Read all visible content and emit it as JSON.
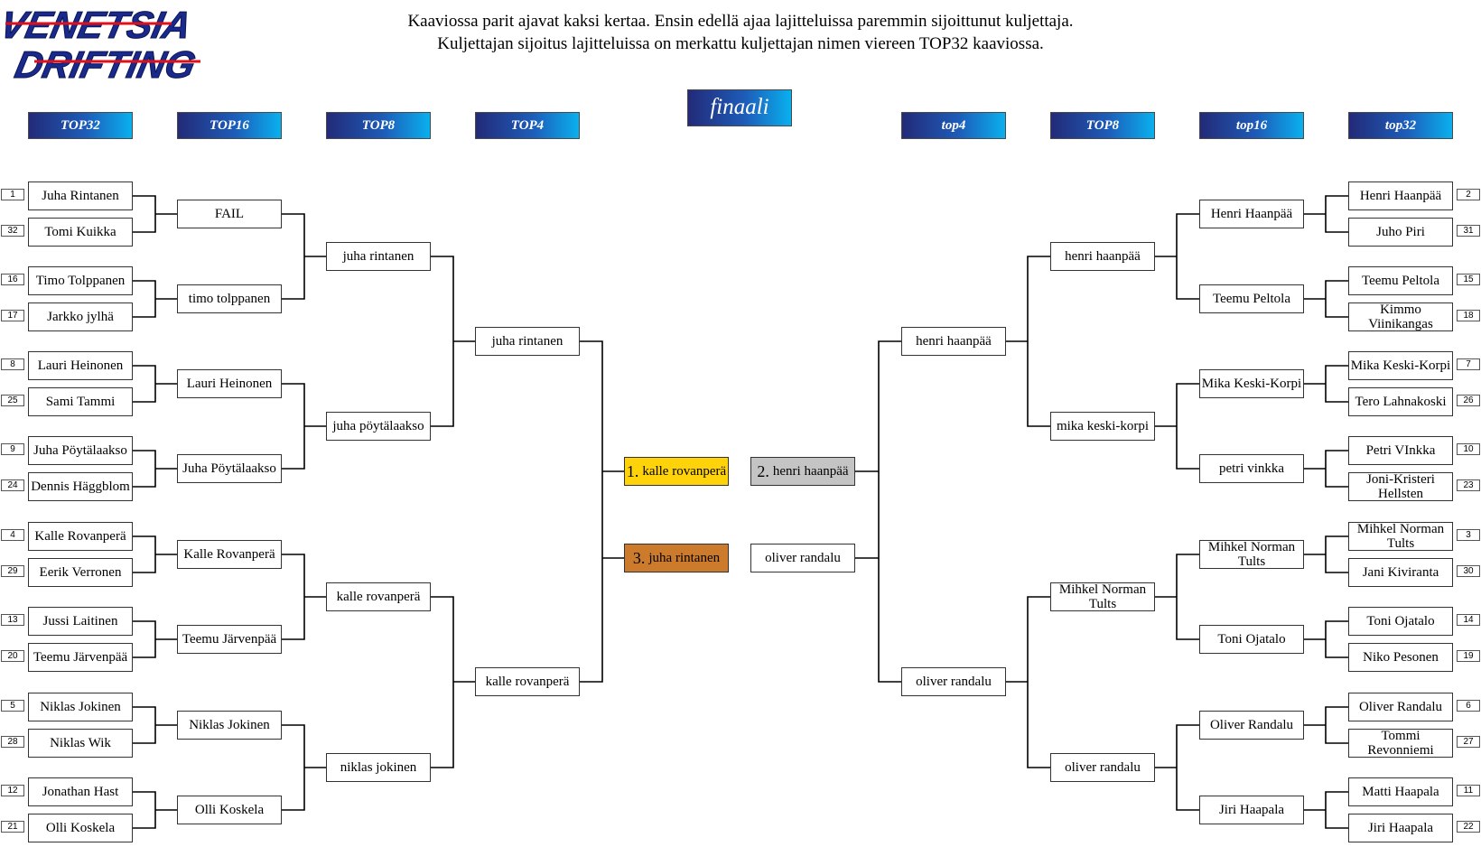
{
  "intro": {
    "line1": "Kaaviossa parit ajavat kaksi kertaa. Ensin edellä ajaa lajitteluissa paremmin sijoittunut kuljettaja.",
    "line2": "Kuljettajan sijoitus lajitteluissa on merkattu kuljettajan nimen viereen TOP32 kaaviossa."
  },
  "headers": [
    "TOP32",
    "TOP16",
    "TOP8",
    "TOP4",
    "finaali",
    "top4",
    "TOP8",
    "top16",
    "top32"
  ],
  "logo": {
    "line1": "VENETSIA",
    "line2": "DRIFTING"
  },
  "left": {
    "top32": [
      "Juha Rintanen",
      "Tomi Kuikka",
      "Timo Tolppanen",
      "Jarkko jylhä",
      "Lauri Heinonen",
      "Sami Tammi",
      "Juha Pöytälaakso",
      "Dennis Häggblom",
      "Kalle Rovanperä",
      "Eerik Verronen",
      "Jussi Laitinen",
      "Teemu Järvenpää",
      "Niklas Jokinen",
      "Niklas Wik",
      "Jonathan Hast",
      "Olli Koskela"
    ],
    "seeds": [
      "1",
      "32",
      "16",
      "17",
      "8",
      "25",
      "9",
      "24",
      "4",
      "29",
      "13",
      "20",
      "5",
      "28",
      "12",
      "21"
    ],
    "top16": [
      "FAIL",
      "timo tolppanen",
      "Lauri Heinonen",
      "Juha Pöytälaakso",
      "Kalle Rovanperä",
      "Teemu Järvenpää",
      "Niklas Jokinen",
      "Olli Koskela"
    ],
    "top8": [
      "juha rintanen",
      "juha pöytälaakso",
      "kalle rovanperä",
      "niklas jokinen"
    ],
    "top4": [
      "juha rintanen",
      "kalle rovanperä"
    ]
  },
  "right": {
    "top32": [
      "Henri Haanpää",
      "Juho Piri",
      "Teemu Peltola",
      "Kimmo Viinikangas",
      "Mika Keski-Korpi",
      "Tero Lahnakoski",
      "Petri VInkka",
      "Joni-Kristeri Hellsten",
      "Mihkel Norman Tults",
      "Jani Kiviranta",
      "Toni Ojatalo",
      "Niko Pesonen",
      "Oliver Randalu",
      "Tommi Revonniemi",
      "Matti Haapala",
      "Jiri Haapala"
    ],
    "seeds": [
      "2",
      "31",
      "15",
      "18",
      "7",
      "26",
      "10",
      "23",
      "3",
      "30",
      "14",
      "19",
      "6",
      "27",
      "11",
      "22"
    ],
    "top16": [
      "Henri Haanpää",
      "Teemu Peltola",
      "Mika Keski-Korpi",
      "petri vinkka",
      "Mihkel Norman Tults",
      "Toni Ojatalo",
      "Oliver Randalu",
      "Jiri Haapala"
    ],
    "top8": [
      "henri  haanpää",
      "mika keski-korpi",
      "Mihkel Norman Tults",
      "oliver randalu"
    ],
    "top4": [
      "henri  haanpää",
      "oliver randalu"
    ]
  },
  "final": {
    "first": {
      "num": "1.",
      "name": "kalle rovanperä",
      "color": "#ffd30a"
    },
    "second": {
      "num": "2.",
      "name": "henri haanpää",
      "color": "#c4c4c4"
    },
    "third": {
      "num": "3.",
      "name": "juha rintanen",
      "color": "#cc7a2b"
    },
    "fourth": {
      "name": "oliver randalu"
    }
  },
  "colors": {
    "header_start": "#232a78",
    "header_end": "#0ab0ee",
    "logo": "#1a2a8c",
    "logo_strike": "#e0101a"
  }
}
